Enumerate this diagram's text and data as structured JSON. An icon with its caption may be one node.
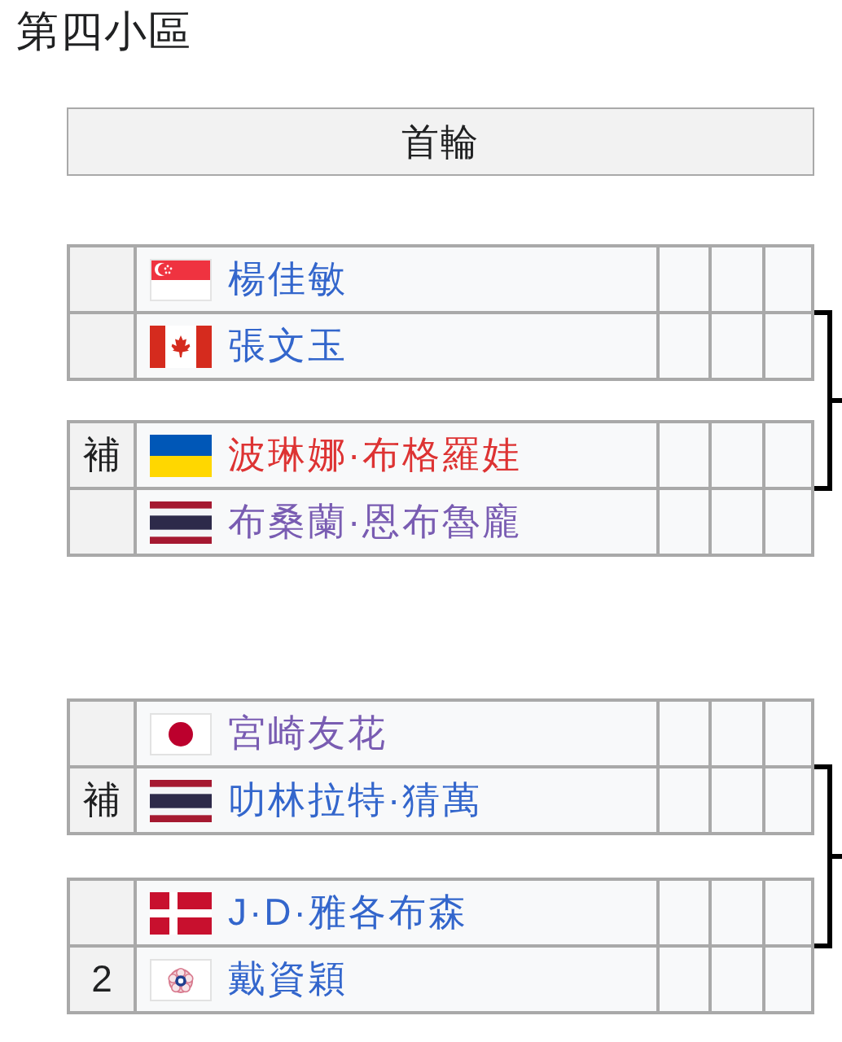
{
  "diagram": {
    "title": "第四小區",
    "nodes": [
      {
        "text": [
          "首輪"
        ]
      },
      {
        "text": [],
        "shape": "box"
      },
      {
        "text": [
          "楊佳敏"
        ],
        "in": 1
      },
      {
        "text": [
          "張文玉"
        ],
        "in": 1
      },
      {
        "text": [],
        "shape": "box"
      },
      {
        "text": [
          "補",
          "波琳娜·布格羅娃"
        ],
        "in": 4
      },
      {
        "text": [
          "布桑蘭·恩布魯龐"
        ],
        "in": 4
      },
      {
        "text": [],
        "shape": "box"
      },
      {
        "text": [
          "宮崎友花"
        ],
        "in": 7
      },
      {
        "text": [
          "補",
          "叻林拉特·猜萬"
        ],
        "in": 7
      },
      {
        "text": [],
        "shape": "box"
      },
      {
        "text": [
          "J·D·雅各布森"
        ],
        "in": 10
      },
      {
        "text": [
          "2",
          "戴資穎"
        ],
        "in": 10
      }
    ],
    "edges": [
      {
        "from": 1,
        "to": null,
        "arrow": "none"
      },
      {
        "from": 4,
        "to": null,
        "arrow": "none"
      },
      {
        "from": 7,
        "to": null,
        "arrow": "none"
      },
      {
        "from": 10,
        "to": null,
        "arrow": "none"
      }
    ]
  }
}
